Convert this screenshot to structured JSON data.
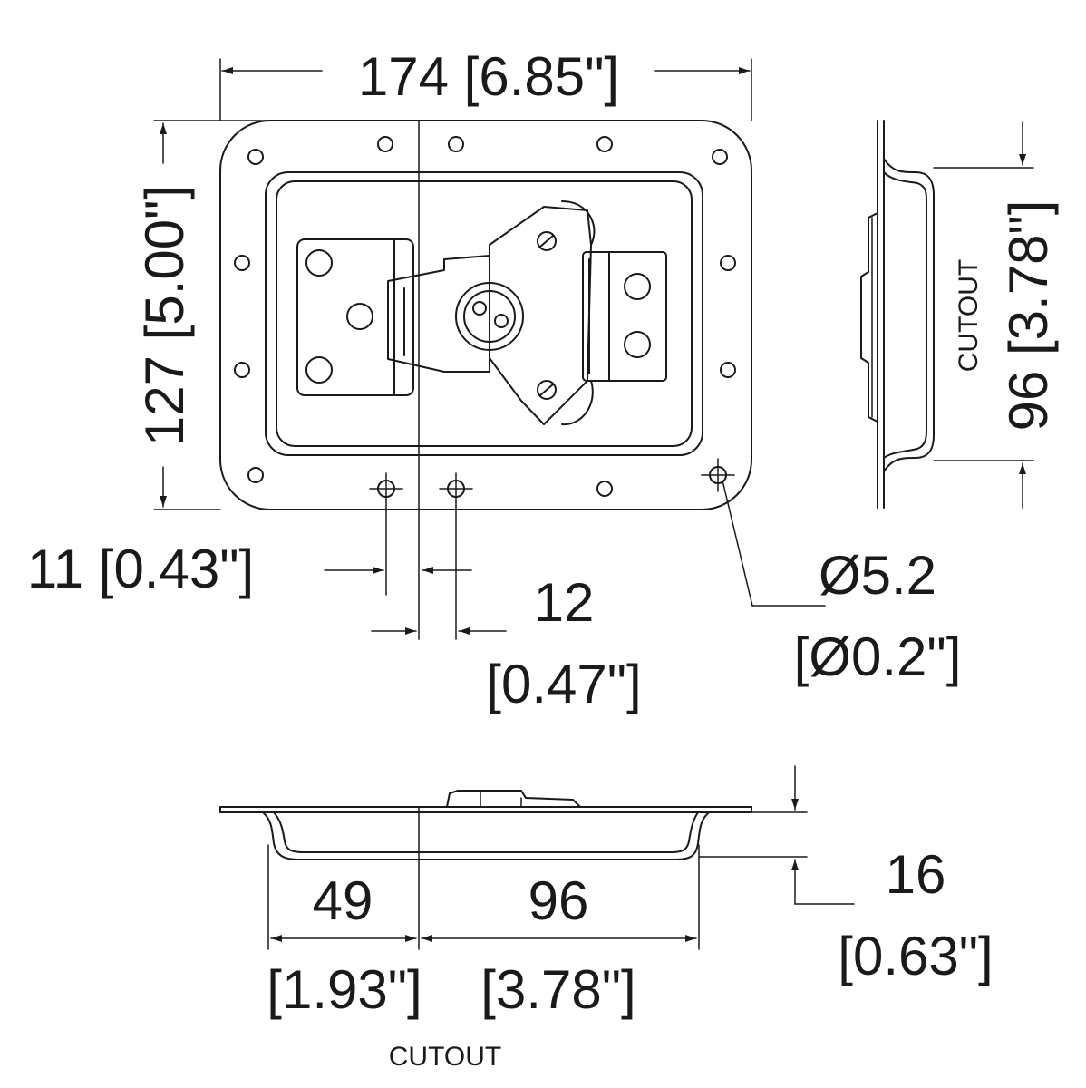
{
  "labels": {
    "width": "174 [6.85\"]",
    "height": "127 [5.00\"]",
    "cutout_side_label": "CUTOUT",
    "cutout_side_dim": "96 [3.78\"]",
    "hole_offset_left_value": "11 [0.43\"]",
    "hole_offset_right_value": "12",
    "hole_offset_right_inch": "[0.47\"]",
    "hole_dia_value": "Ø5.2",
    "hole_dia_inch": "[Ø0.2\"]",
    "bottom_left_value": "49",
    "bottom_left_inch": "[1.93\"]",
    "bottom_right_value": "96",
    "bottom_right_inch": "[3.78\"]",
    "bottom_cutout_label": "CUTOUT",
    "depth_value": "16",
    "depth_inch": "[0.63\"]"
  }
}
